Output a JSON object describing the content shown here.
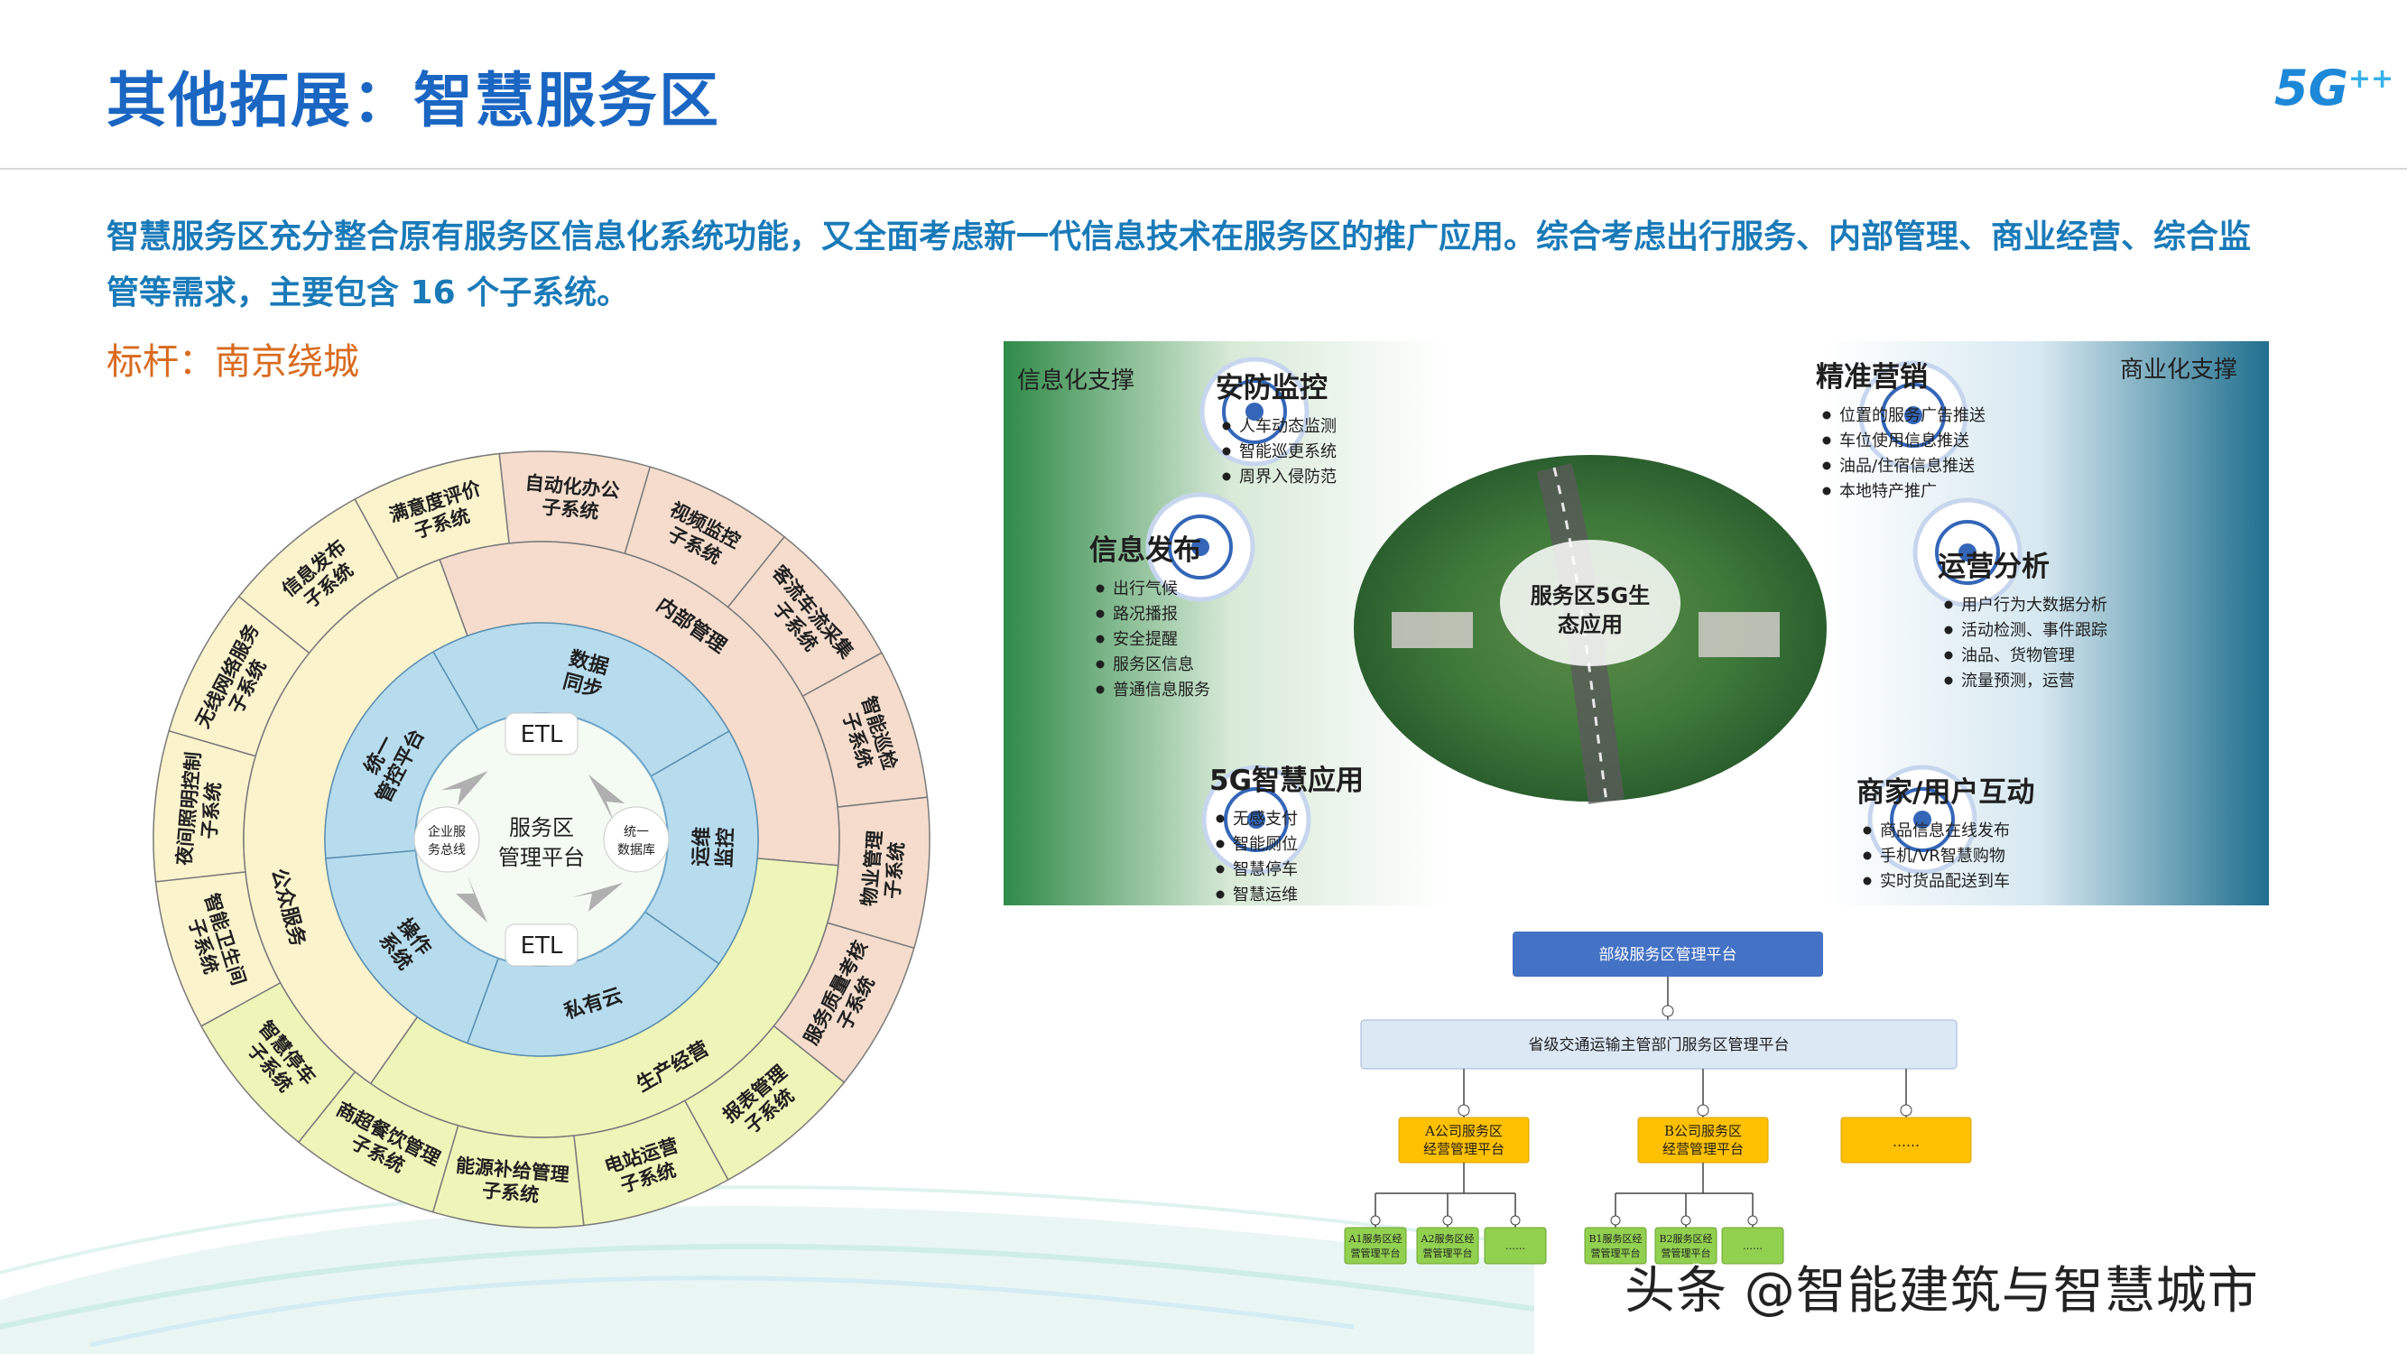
{
  "title": "其他拓展：智慧服务区",
  "logo": {
    "text": "5G",
    "plus": "++"
  },
  "intro": "智慧服务区充分整合原有服务区信息化系统功能，又全面考虑新一代信息技术在服务区的推广应用。综合考虑出行服务、内部管理、商业经营、综合监管等需求，主要包含 16 个子系统。",
  "benchmark": "标杆：南京绕城",
  "wheel": {
    "center": {
      "line1": "服务区",
      "line2": "管理平台"
    },
    "left_node": {
      "line1": "企业服",
      "line2": "务总线"
    },
    "right_node": {
      "line1": "统一",
      "line2": "数据库"
    },
    "etl_top": "ETL",
    "etl_bottom": "ETL",
    "ring2": [
      "数据同步",
      "运维监控",
      "私有云",
      "操作系统",
      "统一管控平台"
    ],
    "ring3": [
      "内部管理",
      "生产经营",
      "公众服务"
    ],
    "outer": [
      "自动化办公子系统",
      "视频监控子系统",
      "客流车流采集子系统",
      "智能巡检子系统",
      "物业管理子系统",
      "服务质量考核子系统",
      "报表管理子系统",
      "电站运营子系统",
      "能源补给管理子系统",
      "商超餐饮管理子系统",
      "智慧停车子系统",
      "智能卫生间子系统",
      "夜间照明控制子系统",
      "无线网络服务子系统",
      "信息发布子系统",
      "满意度评价子系统"
    ]
  },
  "app": {
    "left_label": "信息化支撑",
    "right_label": "商业化支撑",
    "center": {
      "line1": "服务区5G生",
      "line2": "态应用"
    },
    "groups": [
      {
        "title": "安防监控",
        "items": [
          "人车动态监测",
          "智能巡更系统",
          "周界入侵防范"
        ],
        "icon": "24h-clock-icon"
      },
      {
        "title": "信息发布",
        "items": [
          "出行气候",
          "路况播报",
          "安全提醒",
          "服务区信息",
          "普通信息服务"
        ],
        "icon": "fire-icon"
      },
      {
        "title": "5G智慧应用",
        "items": [
          "无感支付",
          "智能厕位",
          "智慧停车",
          "智慧运维"
        ],
        "icon": "tablet-icon"
      },
      {
        "title": "精准营销",
        "items": [
          "位置的服务广告推送",
          "车位使用信息推送",
          "油品/住宿信息推送",
          "本地特产推广"
        ],
        "icon": "people-money-icon"
      },
      {
        "title": "运营分析",
        "items": [
          "用户行为大数据分析",
          "活动检测、事件跟踪",
          "油品、货物管理",
          "流量预测，运营"
        ],
        "icon": "hand-coin-icon"
      },
      {
        "title": "商家/用户互动",
        "items": [
          "商品信息在线发布",
          "手机/VR智慧购物",
          "实时货品配送到车"
        ],
        "icon": "video-camera-icon"
      }
    ]
  },
  "org": {
    "top": "部级服务区管理平台",
    "level2": "省级交通运输主管部门服务区管理平台",
    "level3": [
      "A公司服务区经营管理平台",
      "B公司服务区经营管理平台",
      "……"
    ],
    "level3_lines": [
      [
        "A公司服务区",
        "经营管理平台"
      ],
      [
        "B公司服务区",
        "经营管理平台"
      ],
      [
        "……",
        ""
      ]
    ],
    "level4": [
      [
        "A1服务区经",
        "营管理平台"
      ],
      [
        "A2服务区经",
        "营管理平台"
      ],
      [
        "……",
        ""
      ],
      [
        "B1服务区经",
        "营管理平台"
      ],
      [
        "B2服务区经",
        "营管理平台"
      ],
      [
        "……",
        ""
      ]
    ]
  },
  "watermark": "头条 @智能建筑与智慧城市",
  "colors": {
    "title": "#1a66c2",
    "intro": "#1a7ab8",
    "benchmark": "#d96b1e",
    "ring_pink": "#f5dccc",
    "ring_yellow": "#eef5b8",
    "ring_blue": "#b7dcee"
  }
}
